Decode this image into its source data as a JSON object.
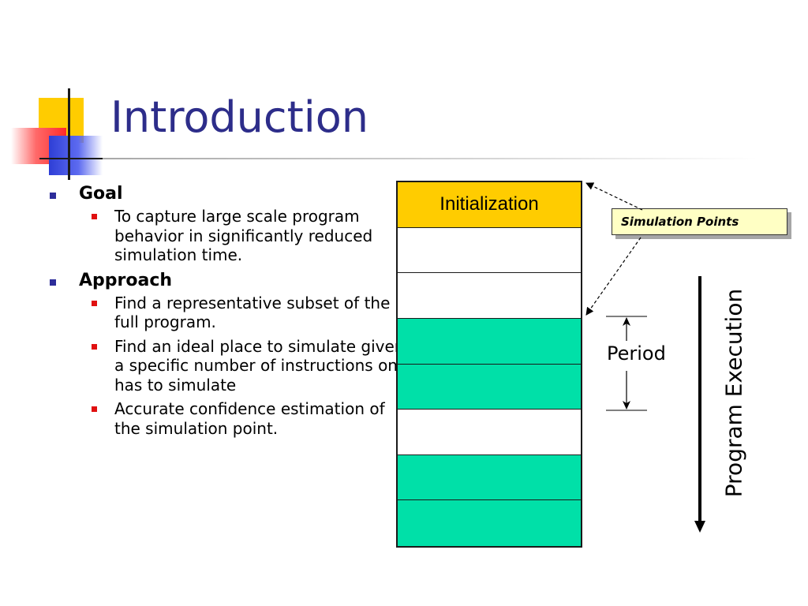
{
  "slide": {
    "title": "Introduction"
  },
  "bullets": [
    {
      "label": "Goal",
      "items": [
        "To capture large scale program behavior in significantly reduced simulation time."
      ]
    },
    {
      "label": "Approach",
      "items": [
        "Find a representative subset of the full program.",
        "Find an ideal place to simulate given a specific number of instructions one has to simulate",
        "Accurate confidence estimation of the simulation point."
      ]
    }
  ],
  "diagram": {
    "rows": [
      {
        "label": "Initialization",
        "color": "#ffcc00"
      },
      {
        "label": "",
        "color": "#ffffff"
      },
      {
        "label": "",
        "color": "#ffffff"
      },
      {
        "label": "",
        "color": "#00e0a8"
      },
      {
        "label": "",
        "color": "#00e0a8"
      },
      {
        "label": "",
        "color": "#ffffff"
      },
      {
        "label": "",
        "color": "#00e0a8"
      },
      {
        "label": "",
        "color": "#00e0a8"
      }
    ],
    "callout": "Simulation Points",
    "period_label": "Period",
    "execution_label": "Program Execution"
  },
  "colors": {
    "title": "#2d2d8a",
    "initialization": "#ffcc00",
    "simulation_segment": "#00e0a8",
    "callout_fill": "#ffffc4",
    "level1_bullet": "#2d2d9a",
    "level2_bullet": "#e01010"
  }
}
